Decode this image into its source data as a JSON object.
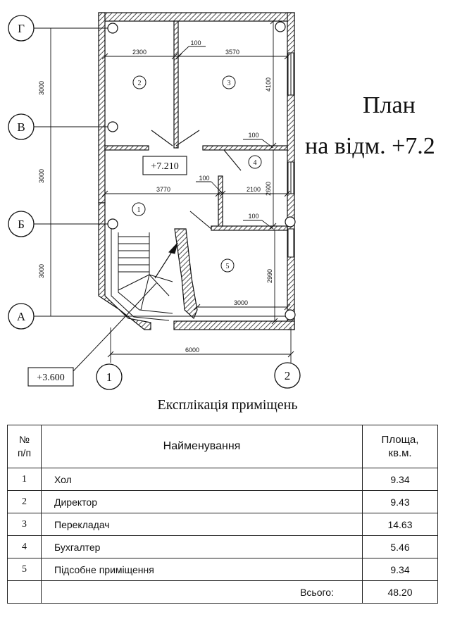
{
  "plan": {
    "title_line1": "План",
    "title_line2": "на відм. +7.2",
    "axes_letters": [
      "Г",
      "В",
      "Б",
      "А"
    ],
    "axes_numbers": [
      "1",
      "2"
    ],
    "dims": {
      "left_3000_top": "3000",
      "left_3000_mid": "3000",
      "left_3000_bot": "3000",
      "d2300": "2300",
      "d100_a": "100",
      "d3570": "3570",
      "d4100": "4100",
      "d100_b": "100",
      "d3770": "3770",
      "d100_c": "100",
      "d2100": "2100",
      "d2600": "2600",
      "d100_d": "100",
      "d2990": "2990",
      "d3000": "3000",
      "d6000": "6000"
    },
    "elevation_main": "+7.210",
    "elevation_stair": "+3.600",
    "rooms": [
      "1",
      "2",
      "3",
      "4",
      "5"
    ]
  },
  "explication": {
    "title": "Експлікація приміщень",
    "headers": {
      "num_line1": "№",
      "num_line2": "п/п",
      "name": "Найменування",
      "area_line1": "Площа,",
      "area_line2": "кв.м."
    },
    "rows": [
      {
        "n": "1",
        "name": "Хол",
        "area": "9.34"
      },
      {
        "n": "2",
        "name": "Директор",
        "area": "9.43"
      },
      {
        "n": "3",
        "name": "Перекладач",
        "area": "14.63"
      },
      {
        "n": "4",
        "name": "Бухгалтер",
        "area": "5.46"
      },
      {
        "n": "5",
        "name": "Підсобне приміщення",
        "area": "9.34"
      }
    ],
    "total_label": "Всього:",
    "total_area": "48.20"
  }
}
